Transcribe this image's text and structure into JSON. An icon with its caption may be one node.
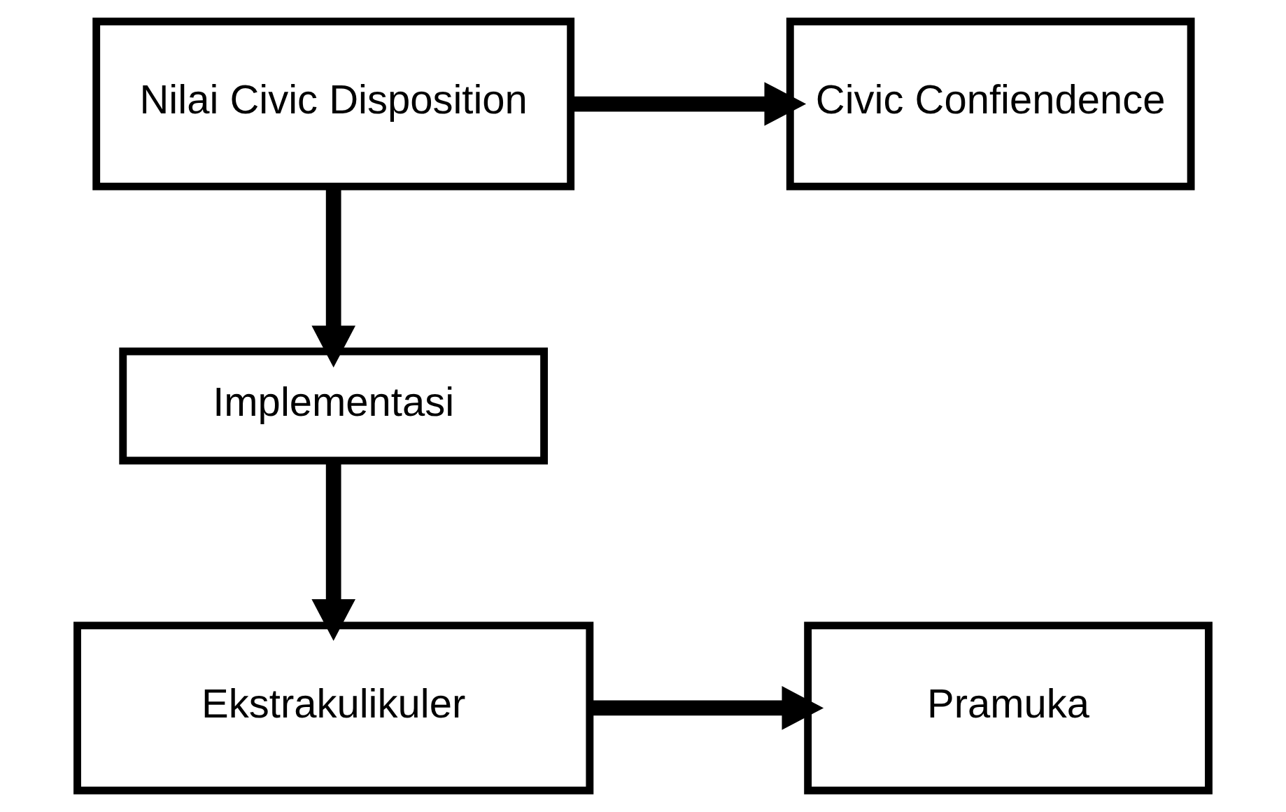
{
  "diagram": {
    "nodes": [
      {
        "text": [
          "Nilai Civic Disposition"
        ]
      },
      {
        "text": [
          "Civic Confiendence"
        ]
      },
      {
        "text": [
          "Implementasi"
        ]
      },
      {
        "text": [
          "Ekstrakulikuler"
        ]
      },
      {
        "text": [
          "Pramuka"
        ]
      }
    ],
    "edges": [
      {
        "from": 0,
        "to": 1,
        "arrow": "to"
      },
      {
        "from": 0,
        "to": 2,
        "arrow": "to"
      },
      {
        "from": 2,
        "to": 3,
        "arrow": "to"
      },
      {
        "from": 3,
        "to": 4,
        "arrow": "to"
      }
    ]
  }
}
